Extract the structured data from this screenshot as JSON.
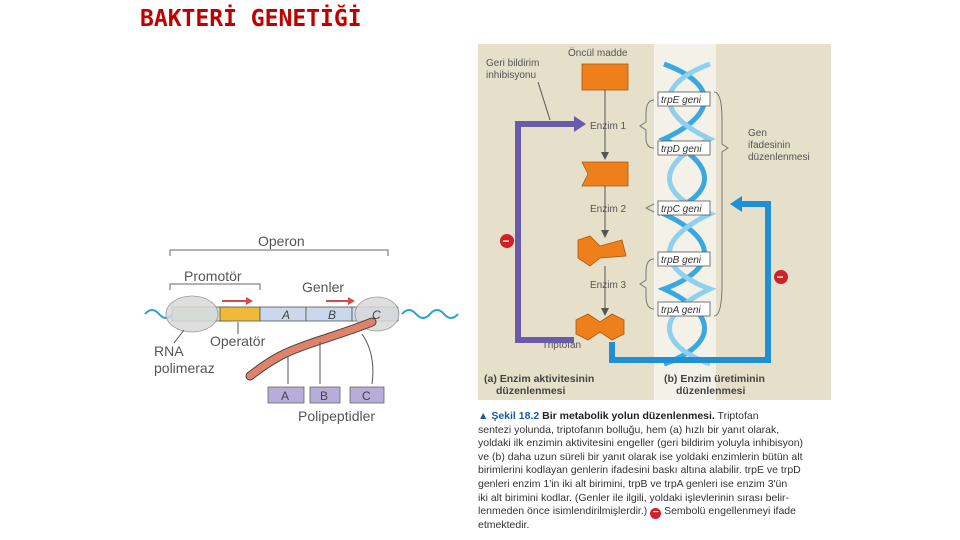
{
  "title": "BAKTERİ GENETİĞİ",
  "operon": {
    "operon_label": "Operon",
    "promotor_label": "Promotör",
    "genes_label": "Genler",
    "gene_a": "A",
    "gene_b": "B",
    "gene_c": "C",
    "operator_label": "Operatör",
    "rna_line1": "RNA",
    "rna_line2": "polimeraz",
    "poly_a": "A",
    "poly_b": "B",
    "poly_c": "C",
    "polypeptides_label": "Polipeptidler"
  },
  "pathway": {
    "precursor": "Öncül madde",
    "feedback_line1": "Geri bildirim",
    "feedback_line2": "inhibisyonu",
    "enzyme1": "Enzim 1",
    "enzyme2": "Enzim 2",
    "enzyme3": "Enzim 3",
    "tryptophan": "Triptofan",
    "gene_expr_line1": "Gen",
    "gene_expr_line2": "ifadesinin",
    "gene_expr_line3": "düzenlenmesi",
    "genes": [
      "trpE geni",
      "trpD geni",
      "trpC geni",
      "trpB geni",
      "trpA geni"
    ],
    "label_a_line1": "(a) Enzim aktivitesinin",
    "label_a_line2": "düzenlenmesi",
    "label_b_line1": "(b) Enzim üretiminin",
    "label_b_line2": "düzenlenmesi",
    "minus": "−"
  },
  "caption": {
    "marker": "▲",
    "figure": "Şekil 18.2",
    "heading": "Bir metabolik yolun düzenlenmesi.",
    "lines": [
      " Triptofan",
      "sentezi yolunda, triptofanın bolluğu, hem (a) hızlı bir yanıt olarak,",
      "yoldaki ilk enzimin aktivitesini engeller (geri bildirim yoluyla inhibisyon)",
      "ve (b) daha uzun süreli bir yanıt olarak ise yoldaki enzimlerin bütün alt",
      "birimlerini kodlayan genlerin ifadesini baskı altına alabilir. trpE ve trpD",
      "genleri enzim 1'in iki alt birimini, trpB ve trpA genleri ise enzim 3'ün",
      "iki alt birimini kodlar. (Genler ile ilgili, yoldaki işlevlerinin sırası belir-",
      "lenmeden önce isimlendirilmişlerdir.)"
    ],
    "last_line_tail": " Sembolü engellenmeyi ifade",
    "final_line": "etmektedir."
  },
  "colors": {
    "title": "#c00000",
    "panel_bg": "#e6dfc9",
    "enzyme_orange": "#ef7f1a",
    "feedback_purple": "#6a5aad",
    "repression_blue": "#1f8fd6",
    "inhibit_red": "#d0202a",
    "caption_blue": "#1a5aa0"
  }
}
